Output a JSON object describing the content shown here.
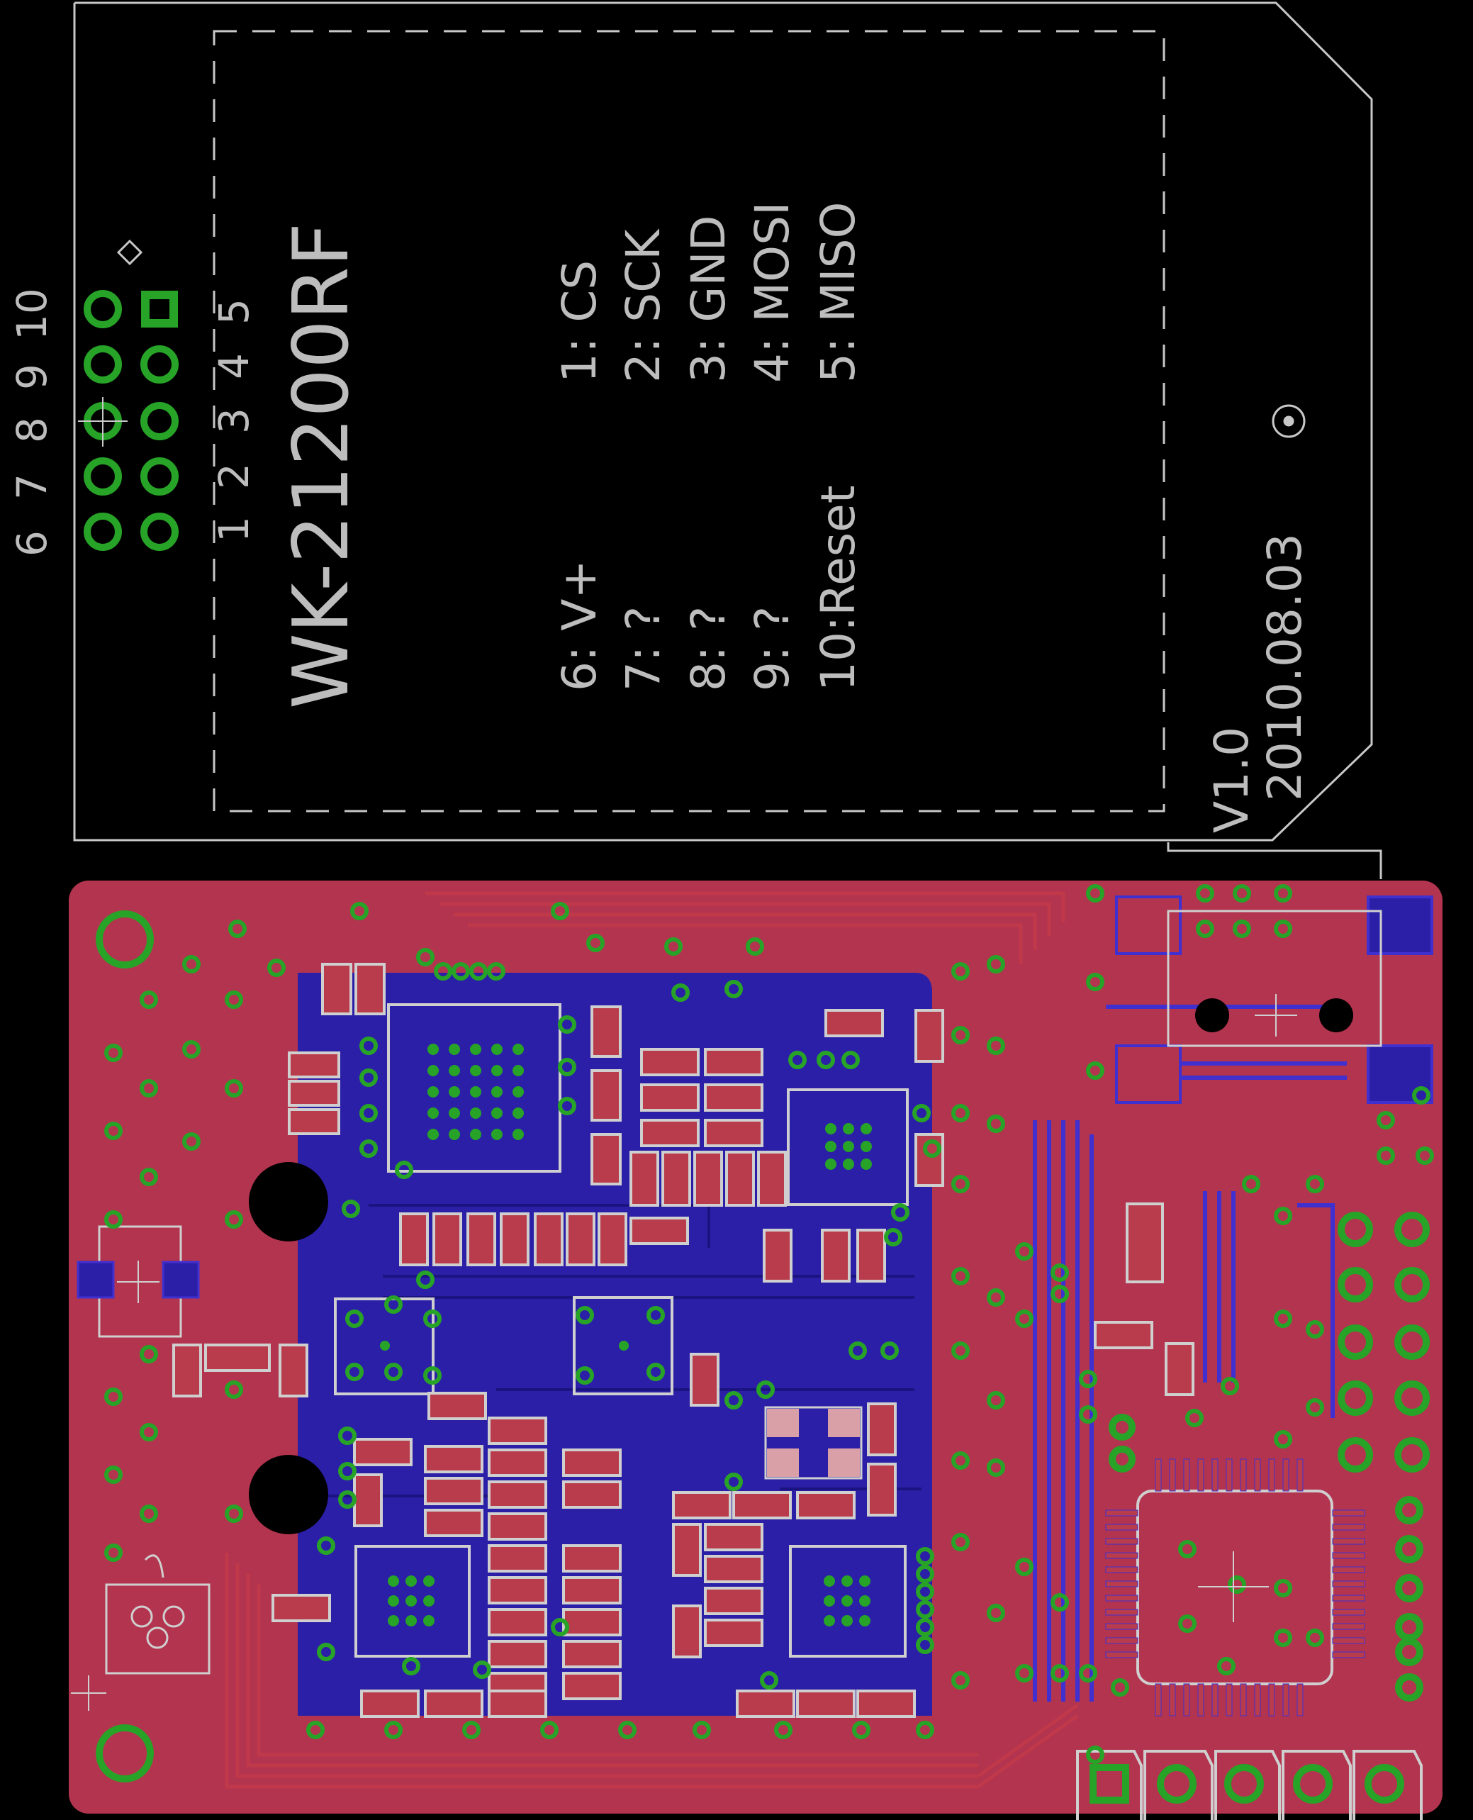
{
  "outline_texts": {
    "title": "WK-21200RF",
    "version": "V1.0",
    "date_a": "2010.08.03",
    "date_b": "2010.08.03"
  },
  "pin_numbers_top": [
    "6",
    "7",
    "8",
    "9",
    "10"
  ],
  "pin_numbers_bottom": [
    "1",
    "2",
    "3",
    "4",
    "5"
  ],
  "pinout_left": [
    "6: V+",
    "7: ?",
    "8: ?",
    "9: ?",
    "10:Reset"
  ],
  "pinout_right": [
    "1: CS",
    "2: SCK",
    "3: GND",
    "4: MOSI",
    "5: MISO"
  ],
  "colors": {
    "background": "#000000",
    "outline": "#c8c8c8",
    "top_copper": "#b3344f",
    "bottom_copper": "#2b1fa8",
    "trace_top": "#c33a4a",
    "trace_bottom": "#4030d0",
    "via": "#27a327",
    "silk": "#cfcfcf"
  },
  "icons": {
    "origin": "crosshair-icon",
    "pin1": "diamond-icon",
    "fiducial": "target-icon"
  }
}
